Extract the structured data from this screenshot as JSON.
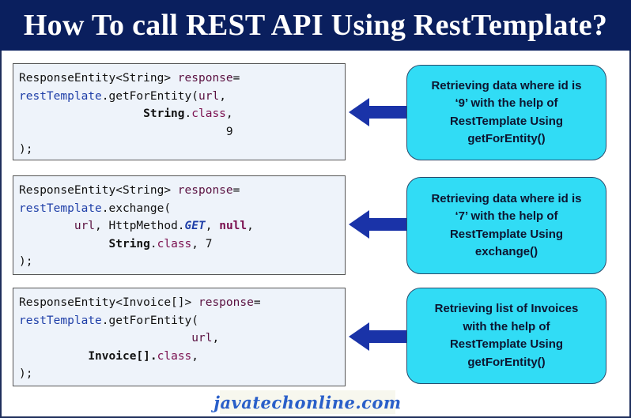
{
  "title": "How To call REST API Using RestTemplate?",
  "footer": "javatechonline.com",
  "colors": {
    "title_bg": "#0a1f5e",
    "note_bg": "#31dcf5",
    "arrow": "#1a33a8",
    "code_bg": "#eef3fa",
    "footer_text": "#2a5fc9"
  },
  "examples": [
    {
      "code": {
        "l1a": "ResponseEntity<String> ",
        "l1b": "response",
        "l1c": "=",
        "l2a": "restTemplate",
        "l2b": ".getForEntity(",
        "l2c": "url",
        "l2d": ",",
        "l3a": "String",
        "l3b": ".",
        "l3c": "class",
        "l3d": ",",
        "l4": "9",
        "l5": ");"
      },
      "note": {
        "line1": "Retrieving data where id is",
        "line2": "‘9’ with the help of",
        "line3": "RestTemplate Using",
        "line4": "getForEntity()"
      },
      "arrow_icon": "left-arrow-icon"
    },
    {
      "code": {
        "l1a": "ResponseEntity<String> ",
        "l1b": "response",
        "l1c": "=",
        "l2a": "restTemplate",
        "l2b": ".exchange(",
        "l3a": "url",
        "l3b": ", HttpMethod.",
        "l3c": "GET",
        "l3d": ", ",
        "l3e": "null",
        "l3f": ",",
        "l4a": "String",
        "l4b": ".",
        "l4c": "class",
        "l4d": ", 7",
        "l5": ");"
      },
      "note": {
        "line1": "Retrieving data where id is",
        "line2": "‘7’ with the help of",
        "line3": "RestTemplate Using",
        "line4": "exchange()"
      },
      "arrow_icon": "left-arrow-icon"
    },
    {
      "code": {
        "l1a": "ResponseEntity<Invoice[]> ",
        "l1b": "response",
        "l1c": "=",
        "l2a": "restTemplate",
        "l2b": ".getForEntity(",
        "l3": "url",
        "l3b": ",",
        "l4a": "Invoice[].",
        "l4b": "class",
        "l4c": ",",
        "l5": ");"
      },
      "note": {
        "line1": "Retrieving list of Invoices",
        "line2": "with the help of",
        "line3": "RestTemplate Using",
        "line4": "getForEntity()"
      },
      "arrow_icon": "left-arrow-icon"
    }
  ]
}
